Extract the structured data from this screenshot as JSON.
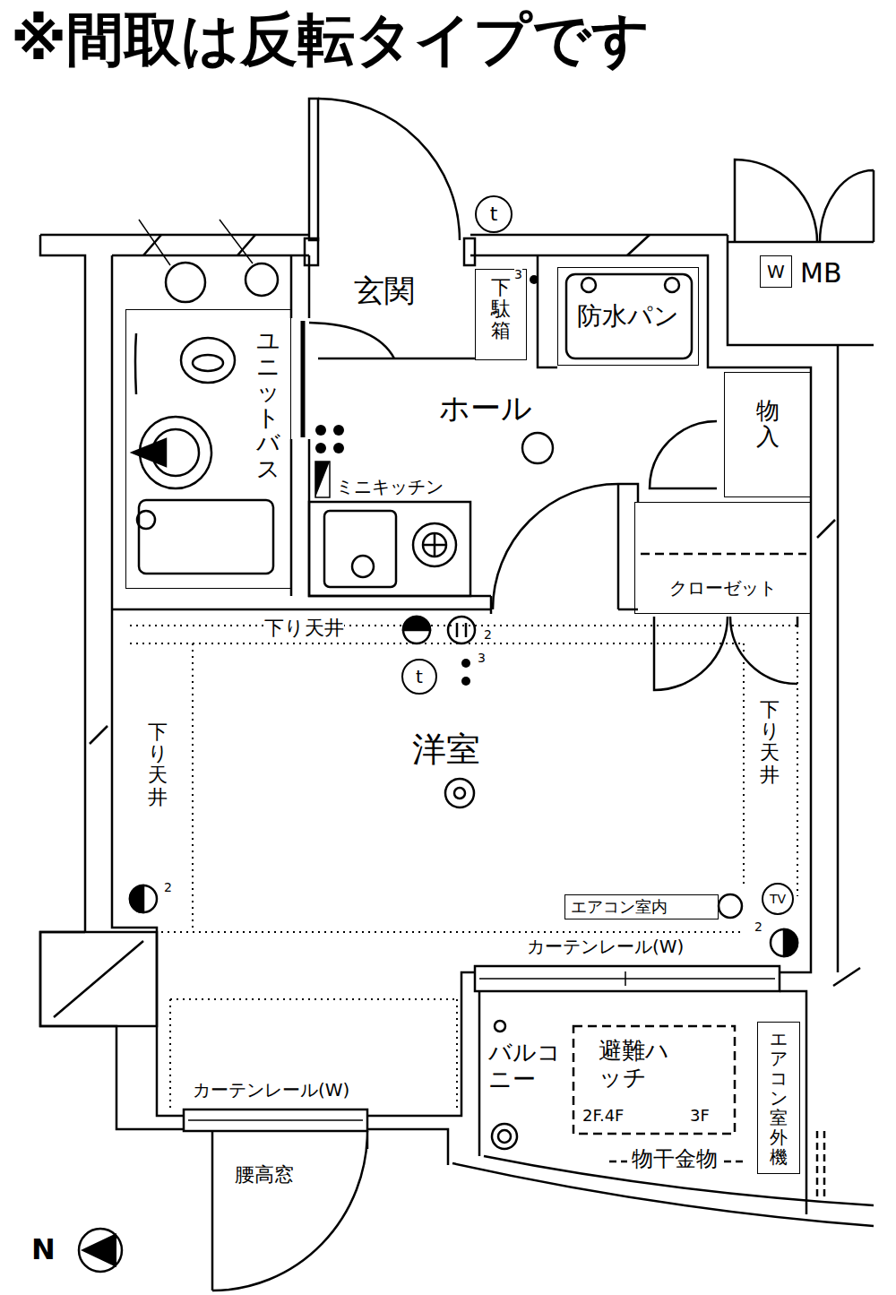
{
  "diagram": {
    "title": "※間取は反転タイプです",
    "nodes": [
      {
        "text": [
          "t"
        ]
      },
      {
        "text": [
          "W"
        ]
      },
      {
        "text": [
          "防水パン"
        ]
      },
      {
        "text": [
          "下駄箱"
        ]
      },
      {
        "text": [
          "ユニットバス"
        ]
      },
      {
        "text": [
          "物入"
        ]
      },
      {
        "text": [
          "クローゼット"
        ]
      },
      {
        "text": [
          "t"
        ]
      },
      {
        "text": [
          "TV"
        ]
      },
      {
        "text": [
          "エアコン室内"
        ]
      },
      {
        "text": [
          "エアコン室外機"
        ]
      }
    ],
    "labels": [
      "玄関",
      "3",
      "MB",
      "ホール",
      "ミニキッチン",
      "下り天井",
      "2",
      "3",
      "洋室",
      "下り天井",
      "下り天井",
      "2",
      "2",
      "カーテンレール(W)",
      "バルコニー",
      "避難ハッチ",
      "2F.4F",
      "3F",
      "物干金物",
      "カーテンレール(W)",
      "腰高窓",
      "N"
    ]
  }
}
